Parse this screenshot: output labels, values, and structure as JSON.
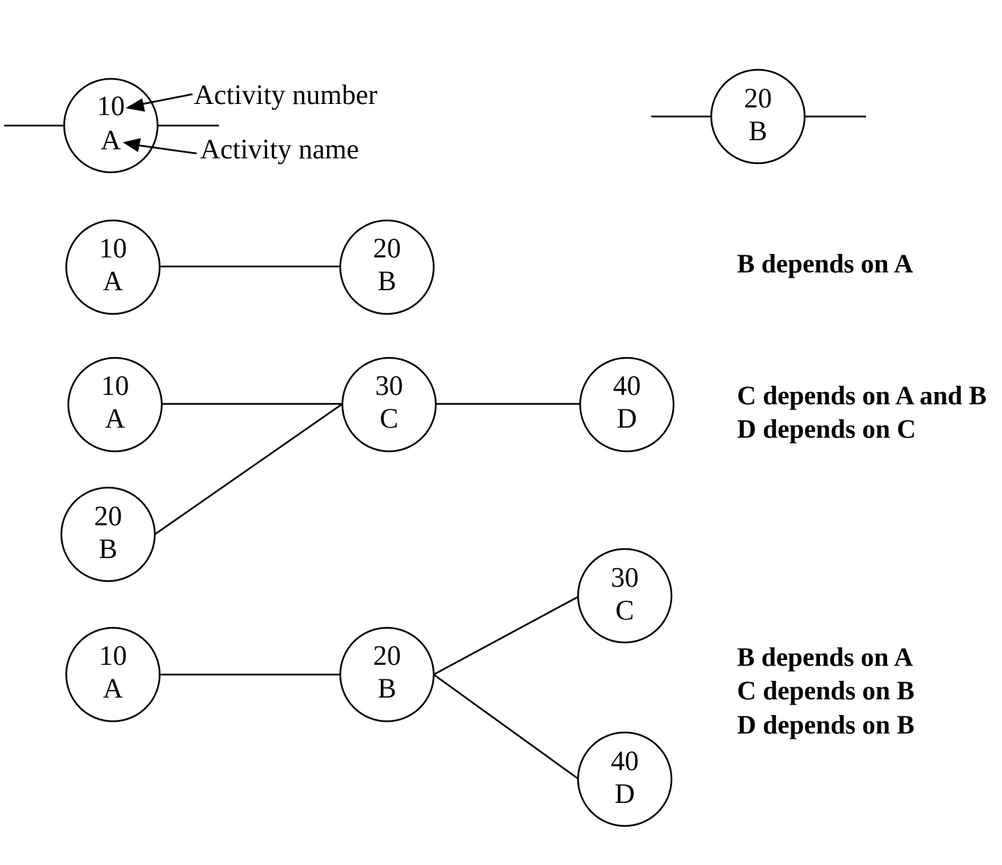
{
  "legend": {
    "node": {
      "number": "10",
      "name": "A"
    },
    "number_label": "Activity number",
    "name_label": "Activity name"
  },
  "standalone_node": {
    "number": "20",
    "name": "B"
  },
  "example1": {
    "nodes": [
      {
        "id": "A",
        "number": "10",
        "name": "A"
      },
      {
        "id": "B",
        "number": "20",
        "name": "B"
      }
    ],
    "dependencies": [
      "B depends on A"
    ]
  },
  "example2": {
    "nodes": [
      {
        "id": "A",
        "number": "10",
        "name": "A"
      },
      {
        "id": "B",
        "number": "20",
        "name": "B"
      },
      {
        "id": "C",
        "number": "30",
        "name": "C"
      },
      {
        "id": "D",
        "number": "40",
        "name": "D"
      }
    ],
    "dependencies": [
      "C depends on A and B",
      "D depends on C"
    ]
  },
  "example3": {
    "nodes": [
      {
        "id": "A",
        "number": "10",
        "name": "A"
      },
      {
        "id": "B",
        "number": "20",
        "name": "B"
      },
      {
        "id": "C",
        "number": "30",
        "name": "C"
      },
      {
        "id": "D",
        "number": "40",
        "name": "D"
      }
    ],
    "dependencies": [
      "B depends on A",
      "C depends on B",
      "D depends on B"
    ]
  }
}
